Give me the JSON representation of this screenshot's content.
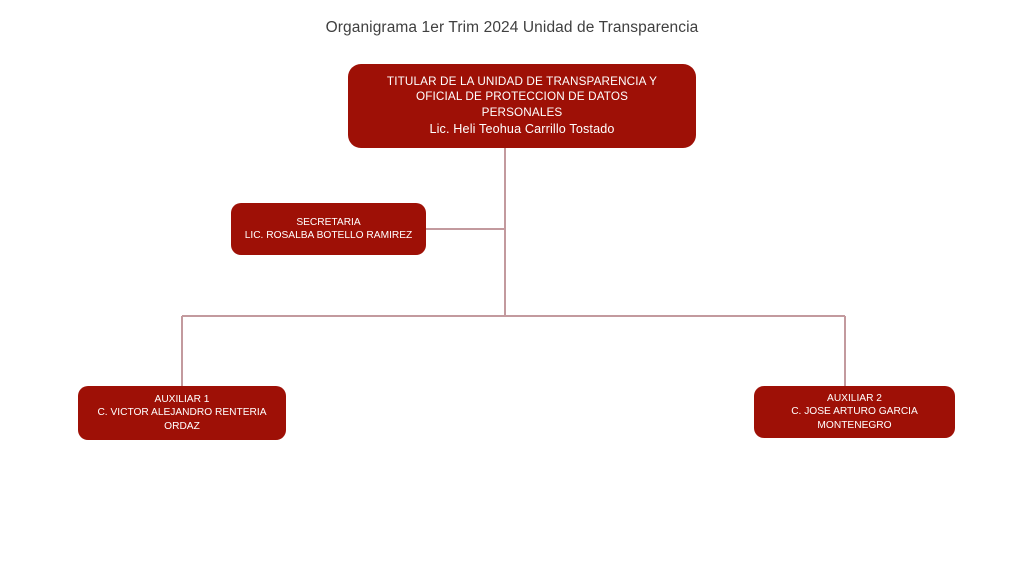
{
  "chart_data": {
    "type": "diagram",
    "diagram_type": "organizational-chart",
    "title": "Organigrama 1er Trim 2024 Unidad de Transparencia",
    "colors": {
      "node_fill": "#9E1006",
      "node_text": "#FFFFFF",
      "connector": "#C39A9E",
      "background": "#FFFFFF",
      "title_text": "#404040"
    },
    "nodes": [
      {
        "id": "titular",
        "level": 0,
        "lines": [
          "TITULAR DE LA UNIDAD DE TRANSPARENCIA Y",
          "OFICIAL DE PROTECCION DE DATOS",
          "PERSONALES"
        ],
        "name": "Lic.  Heli Teohua Carrillo Tostado"
      },
      {
        "id": "secretaria",
        "level": 1,
        "lines": [
          "SECRETARIA",
          "LIC. ROSALBA BOTELLO RAMIREZ"
        ]
      },
      {
        "id": "auxiliar_1",
        "level": 2,
        "lines": [
          "AUXILIAR 1",
          "C. VICTOR ALEJANDRO RENTERIA",
          "ORDAZ"
        ]
      },
      {
        "id": "auxiliar_2",
        "level": 2,
        "lines": [
          "AUXILIAR 2",
          "C. JOSE ARTURO GARCIA",
          "MONTENEGRO"
        ]
      }
    ],
    "edges": [
      {
        "from": "titular",
        "to": "secretaria",
        "style": "elbow"
      },
      {
        "from": "titular",
        "to": "auxiliar_1",
        "style": "elbow"
      },
      {
        "from": "titular",
        "to": "auxiliar_2",
        "style": "elbow"
      }
    ]
  },
  "title": {
    "text": "Organigrama 1er Trim 2024 Unidad de Transparencia"
  },
  "nodes": {
    "titular": {
      "line1": "TITULAR DE LA UNIDAD DE TRANSPARENCIA Y",
      "line2": "OFICIAL DE PROTECCION DE DATOS",
      "line3": "PERSONALES",
      "line4": "Lic.  Heli Teohua Carrillo Tostado"
    },
    "secretaria": {
      "line1": "SECRETARIA",
      "line2": "LIC. ROSALBA BOTELLO RAMIREZ"
    },
    "auxiliar_1": {
      "line1": "AUXILIAR 1",
      "line2": "C. VICTOR ALEJANDRO RENTERIA",
      "line3": "ORDAZ"
    },
    "auxiliar_2": {
      "line1": "AUXILIAR 2",
      "line2": "C. JOSE ARTURO GARCIA",
      "line3": "MONTENEGRO"
    }
  }
}
